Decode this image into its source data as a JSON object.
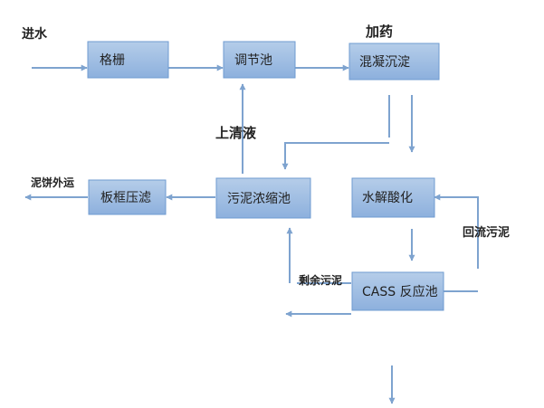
{
  "nodes": {
    "grid": "格栅",
    "regulating_tank": "调节池",
    "coagulation": "混凝沉淀",
    "hydrolysis": "水解酸化",
    "cass": "CASS 反应池",
    "thickener": "污泥浓缩池",
    "filter_press": "板框压滤"
  },
  "labels": {
    "inlet": "进水",
    "dosing": "加药",
    "supernatant": "上清液",
    "cake_out": "泥饼外运",
    "return_sludge": "回流污泥",
    "excess_sludge": "剩余污泥"
  },
  "colors": {
    "box_top": "#b5cde9",
    "box_bottom": "#8db0dd",
    "box_border": "#6f9bd0",
    "line": "#7ea3cf",
    "text": "#222222"
  }
}
